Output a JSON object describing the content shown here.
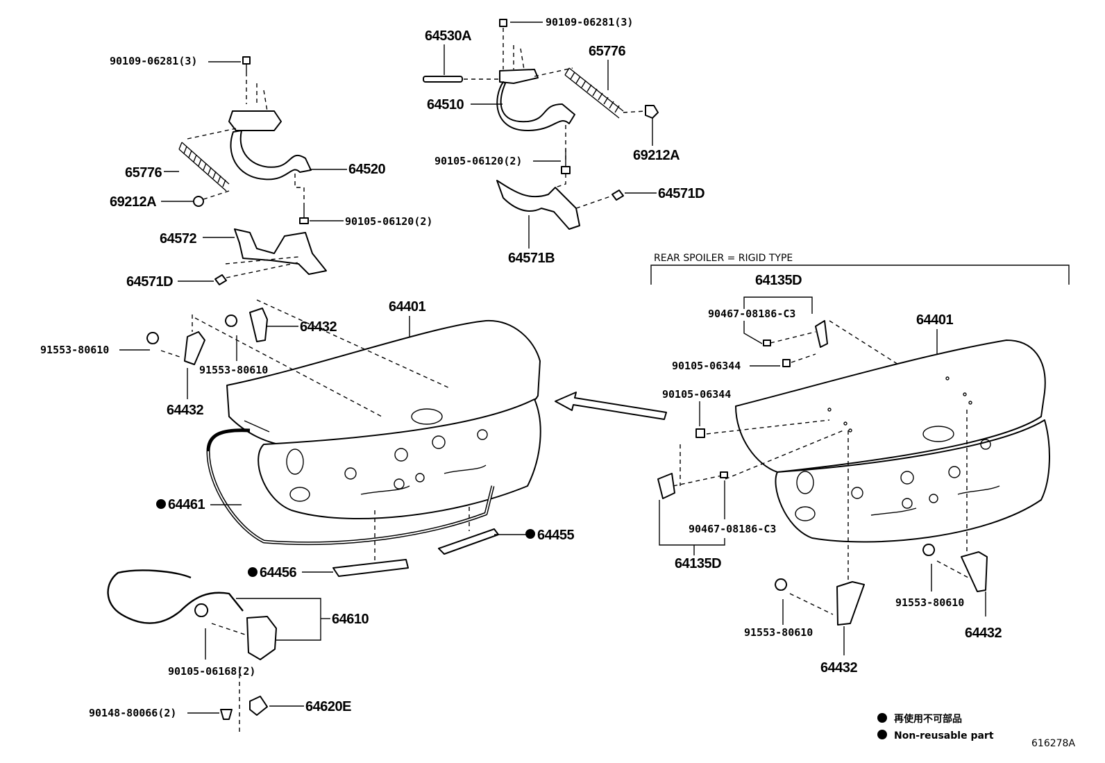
{
  "colors": {
    "ink": "#000000",
    "paper": "#ffffff"
  },
  "labels": {
    "bolt_90109_left": "90109-06281(3)",
    "bolt_90109_right": "90109-06281(3)",
    "stay_64530A": "64530A",
    "spring_65776_right": "65776",
    "hinge_64510": "64510",
    "bolt_90105_right": "90105-06120(2)",
    "cushion_69212A_right": "69212A",
    "bracket_64571D_top": "64571D",
    "bracket_64571B": "64571B",
    "spring_65776_left": "65776",
    "hinge_64520": "64520",
    "cushion_69212A_left": "69212A",
    "bolt_90105_left": "90105-06120(2)",
    "bracket_64572": "64572",
    "bracket_64571D_left": "64571D",
    "lid_64401_left": "64401",
    "stop_64432_top": "64432",
    "cushion_91553_a": "91553-80610",
    "cushion_91553_b": "91553-80610",
    "stop_64432_left": "64432",
    "seal_64461": "64461",
    "seal_64455": "64455",
    "seal_64456": "64456",
    "lock_64610": "64610",
    "screw_90105_06168": "90105-06168(2)",
    "screw_90148": "90148-80066(2)",
    "striker_64620E": "64620E",
    "spoiler_note": "REAR SPOILER = RIGID TYPE",
    "lid_64401_right": "64401",
    "bracket_64135D_top": "64135D",
    "clip_90467_top": "90467-08186-C3",
    "nut_90105_06344_a": "90105-06344",
    "nut_90105_06344_b": "90105-06344",
    "clip_90467_bottom": "90467-08186-C3",
    "bracket_64135D_bottom": "64135D",
    "cushion_91553_c": "91553-80610",
    "cushion_91553_d": "91553-80610",
    "stop_64432_right": "64432",
    "stop_64432_bottom": "64432"
  },
  "legend": {
    "jp": "再使用不可部品",
    "en": "Non-reusable part"
  },
  "figure_id": "616278A"
}
